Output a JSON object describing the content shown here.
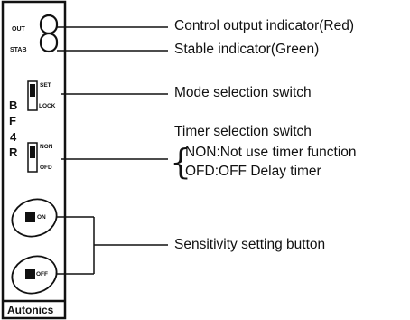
{
  "device": {
    "indicator_labels": {
      "out": "OUT",
      "stab": "STAB"
    },
    "model": [
      "B",
      "F",
      "4",
      "R"
    ],
    "mode_switch": {
      "top": "SET",
      "bottom": "LOCK"
    },
    "timer_switch": {
      "top": "NON",
      "bottom": "OFD"
    },
    "buttons": {
      "on": "ON",
      "off": "OFF"
    },
    "brand": "Autonics"
  },
  "callouts": {
    "control_output": "Control output indicator(Red)",
    "stable": "Stable indicator(Green)",
    "mode_selection": "Mode selection switch",
    "timer_selection": "Timer selection switch",
    "timer_non": "NON:Not use timer function",
    "timer_ofd": "OFD:OFF Delay timer",
    "sensitivity": "Sensitivity setting button"
  }
}
